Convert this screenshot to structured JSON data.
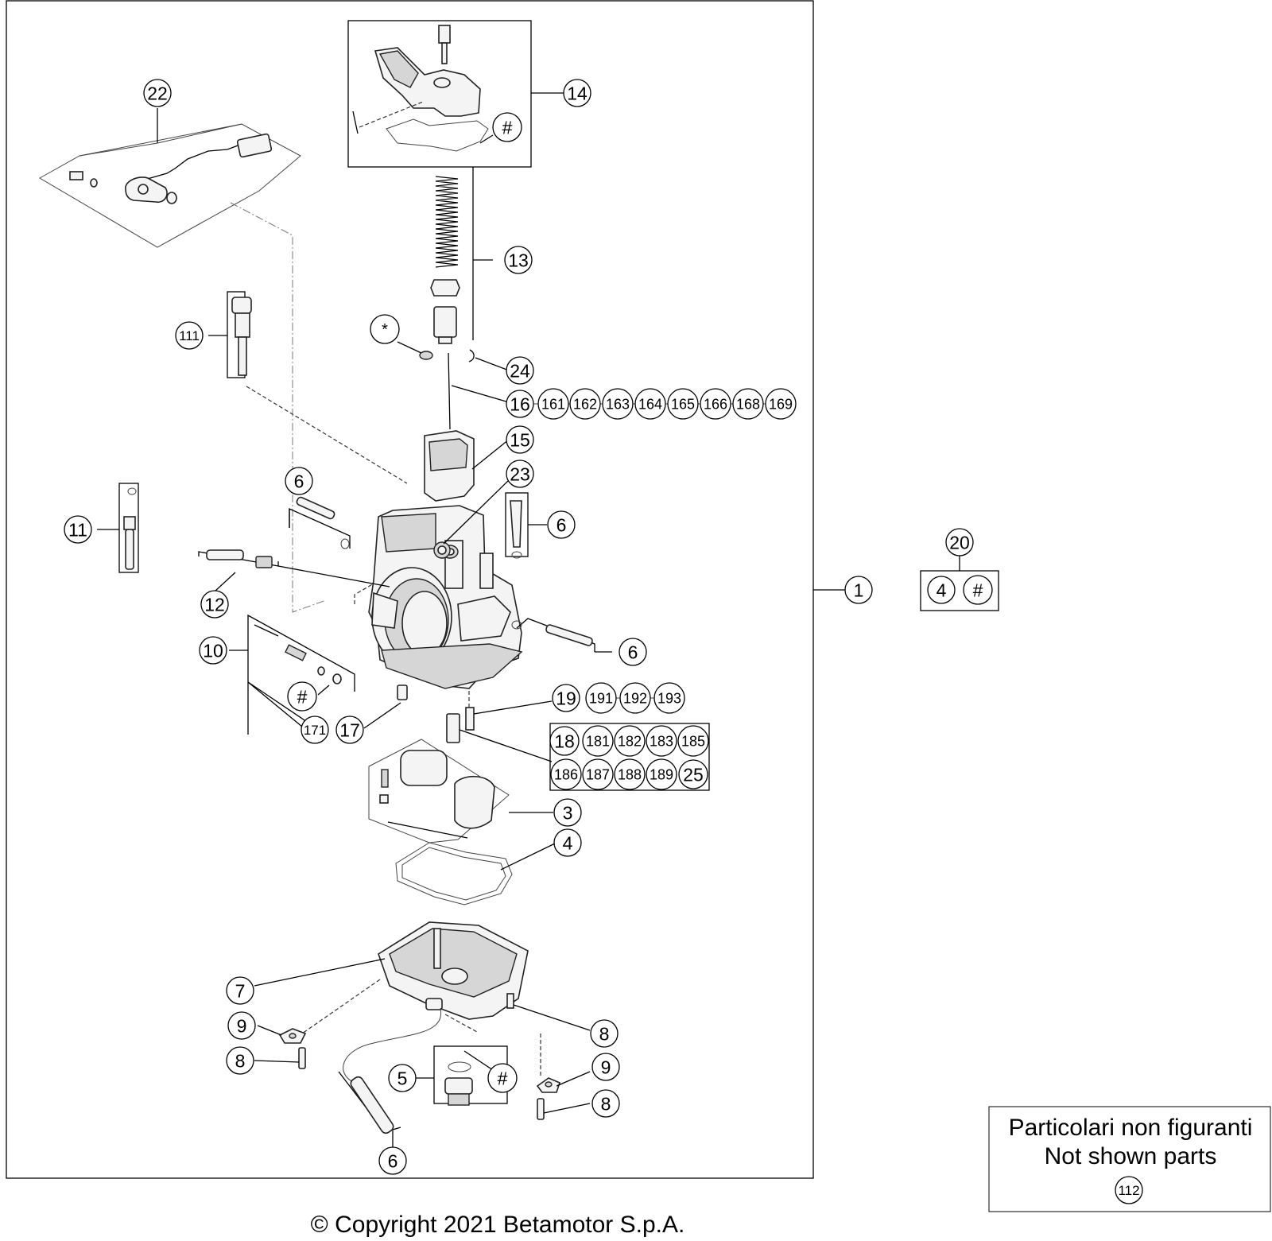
{
  "callouts": {
    "c1": "1",
    "c3": "3",
    "c4": "4",
    "c4b": "4",
    "c5": "5",
    "c6a": "6",
    "c6b": "6",
    "c6c": "6",
    "c6d": "6",
    "c7": "7",
    "c8a": "8",
    "c8b": "8",
    "c8c": "8",
    "c9a": "9",
    "c9b": "9",
    "c10": "10",
    "c11": "11",
    "c12": "12",
    "c13": "13",
    "c14": "14",
    "c15": "15",
    "c16": "16",
    "c17": "17",
    "c19": "19",
    "c20": "20",
    "c22": "22",
    "c23": "23",
    "c24": "24",
    "c111": "111",
    "c171": "171",
    "hash1": "#",
    "hash2": "#",
    "hash3": "#",
    "hash4": "#",
    "star": "*",
    "j161": "161",
    "j162": "162",
    "j163": "163",
    "j164": "164",
    "j165": "165",
    "j166": "166",
    "j168": "168",
    "j169": "169",
    "j191": "191",
    "j192": "192",
    "j193": "193",
    "t18": "18",
    "t181": "181",
    "t182": "182",
    "t183": "183",
    "t185": "185",
    "t186": "186",
    "t187": "187",
    "t188": "188",
    "t189": "189",
    "t25": "25"
  },
  "notes": {
    "line1": "Particolari non figuranti",
    "line2": "Not shown parts",
    "part": "112"
  },
  "copyright": "© Copyright 2021 Betamotor S.p.A."
}
